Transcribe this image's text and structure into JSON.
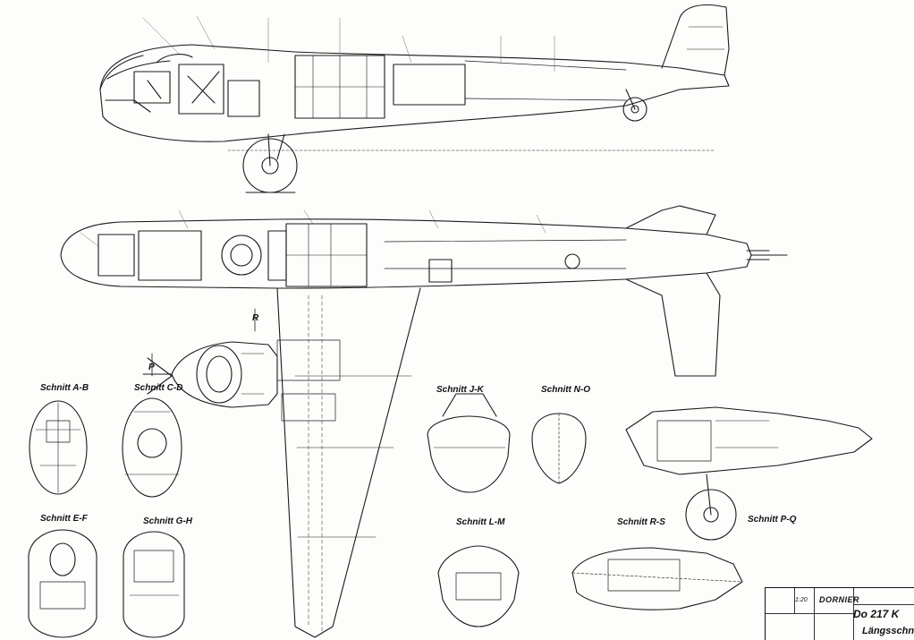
{
  "section_labels": {
    "a_b": "Schnitt A-B",
    "c_d": "Schnitt C-D",
    "e_f": "Schnitt E-F",
    "g_h": "Schnitt G-H",
    "j_k": "Schnitt J-K",
    "n_o": "Schnitt N-O",
    "l_m": "Schnitt L-M",
    "r_s": "Schnitt R-S",
    "p_q": "Schnitt P-Q"
  },
  "cut_markers": {
    "p1": "P",
    "p2": "R"
  },
  "title_block": {
    "scale": "1:20",
    "company": "DORNIER",
    "drawing_number": "Do 217 K",
    "title": "Längsschnitt"
  }
}
